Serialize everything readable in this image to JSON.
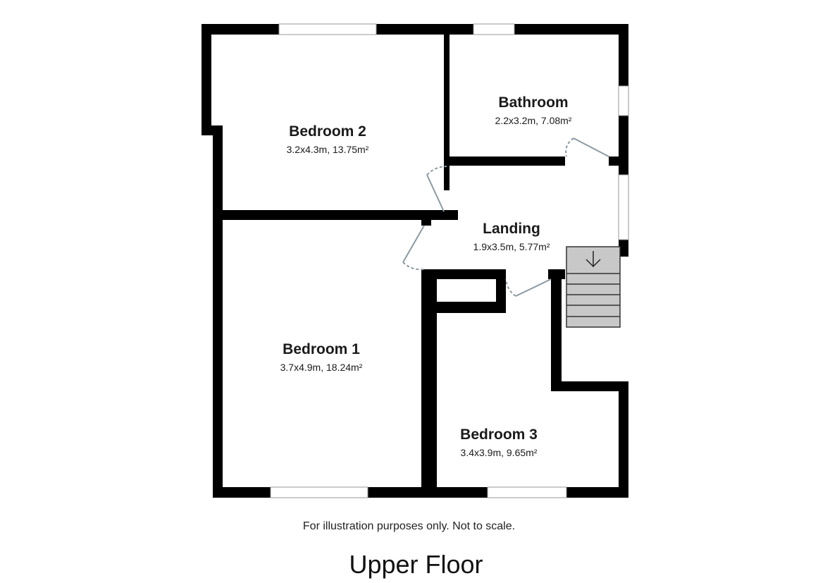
{
  "rooms": [
    {
      "id": "bedroom-2",
      "name": "Bedroom 2",
      "size": "3.2x4.3m, 13.75m²"
    },
    {
      "id": "bathroom",
      "name": "Bathroom",
      "size": "2.2x3.2m, 7.08m²"
    },
    {
      "id": "landing",
      "name": "Landing",
      "size": "1.9x3.5m, 5.77m²"
    },
    {
      "id": "bedroom-1",
      "name": "Bedroom 1",
      "size": "3.7x4.9m, 18.24m²"
    },
    {
      "id": "bedroom-3",
      "name": "Bedroom 3",
      "size": "3.4x3.9m, 9.65m²"
    }
  ],
  "stairs_direction_icon": "arrow-down-icon",
  "disclaimer": "For illustration purposes only. Not to scale.",
  "floor_title": "Upper Floor",
  "colors": {
    "wall": "#000000",
    "stairs": "#c8c8c8",
    "door": "#8c9aa3"
  }
}
